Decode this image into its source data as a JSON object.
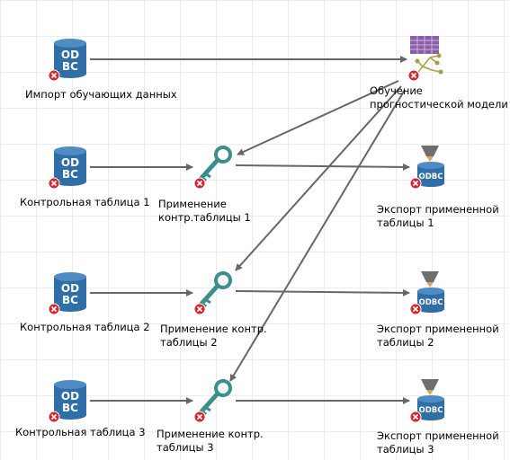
{
  "nodes": {
    "odbc_train": {
      "icon_text_top": "OD",
      "icon_text_bottom": "BC",
      "label": "Импорт обучающих данных"
    },
    "model": {
      "label": "Обучение\nпрогностической модели"
    },
    "odbc_ctrl1": {
      "icon_text_top": "OD",
      "icon_text_bottom": "BC",
      "label": "Контрольная таблица 1"
    },
    "apply1": {
      "label": "Применение\nконтр.таблицы 1"
    },
    "export1": {
      "icon_text": "ODBC",
      "label": "Экспорт примененной\nтаблицы 1"
    },
    "odbc_ctrl2": {
      "icon_text_top": "OD",
      "icon_text_bottom": "BC",
      "label": "Контрольная таблица 2"
    },
    "apply2": {
      "label": "Применение контр.\nтаблицы 2"
    },
    "export2": {
      "icon_text": "ODBC",
      "label": "Экспорт примененной\nтаблицы 2"
    },
    "odbc_ctrl3": {
      "icon_text_top": "OD",
      "icon_text_bottom": "BC",
      "label": "Контрольная таблица 3"
    },
    "apply3": {
      "label": "Применение контр.\nтаблицы 3"
    },
    "export3": {
      "icon_text": "ODBC",
      "label": "Экспорт примененной\nтаблицы 3"
    }
  },
  "colors": {
    "db_blue": "#2f6ea6",
    "key_teal": "#3a8f8c",
    "error_red": "#d6262f",
    "connector": "#666666",
    "model_grid": "#8a5ea8",
    "model_tree": "#a8a043",
    "funnel": "#6e6e6e",
    "funnel_tip": "#d9a55a"
  }
}
